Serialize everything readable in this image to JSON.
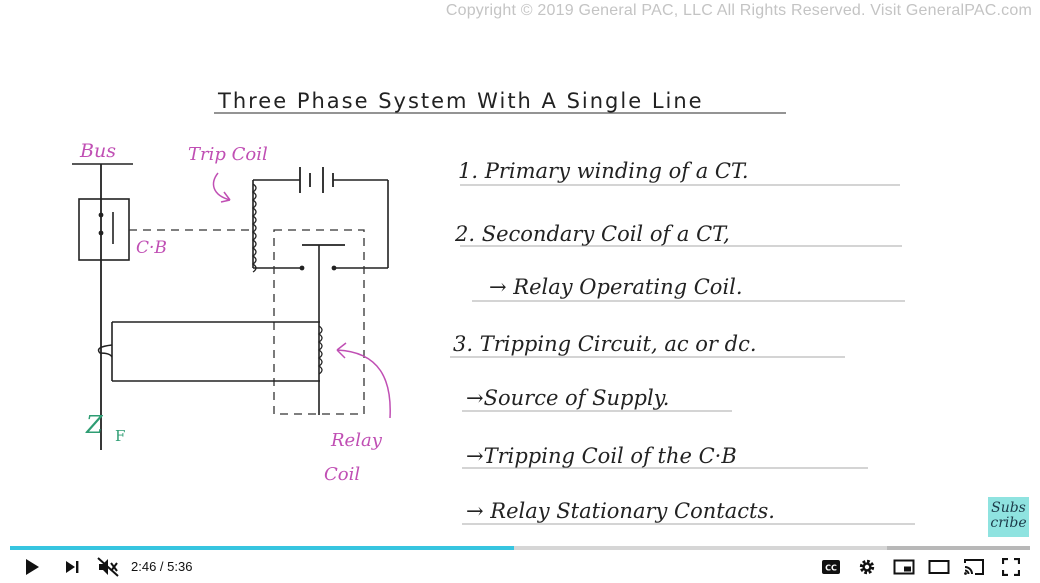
{
  "watermark": "Copyright © 2019 General PAC, LLC All Rights Reserved. Visit GeneralPAC.com",
  "board": {
    "title": "Three Phase System With A Single Line",
    "labels": {
      "bus": "Bus",
      "trip_coil": "Trip Coil",
      "cb": "C·B",
      "relay": "Relay",
      "coil": "Coil",
      "zf": "Z",
      "zf_sub": "F"
    },
    "notes": [
      "1. Primary winding of a CT.",
      "2. Secondary Coil of a CT,",
      "→ Relay Operating Coil.",
      "3. Tripping Circuit, ac or dc.",
      "→Source of Supply.",
      "→Tripping Coil of the C·B",
      "→ Relay Stationary Contacts."
    ]
  },
  "subscribe_label": "Subs cribe",
  "player": {
    "current_time": "2:46",
    "duration": "5:36",
    "time_separator": " / ",
    "progress": 0.494,
    "buffered": 0.86,
    "colors": {
      "played": "#36c5e0",
      "track": "#b8b8b8"
    },
    "icons": [
      "play-icon",
      "next-icon",
      "mute-icon",
      "captions-icon",
      "settings-icon",
      "miniplayer-icon",
      "theater-icon",
      "cast-icon",
      "fullscreen-icon"
    ]
  }
}
